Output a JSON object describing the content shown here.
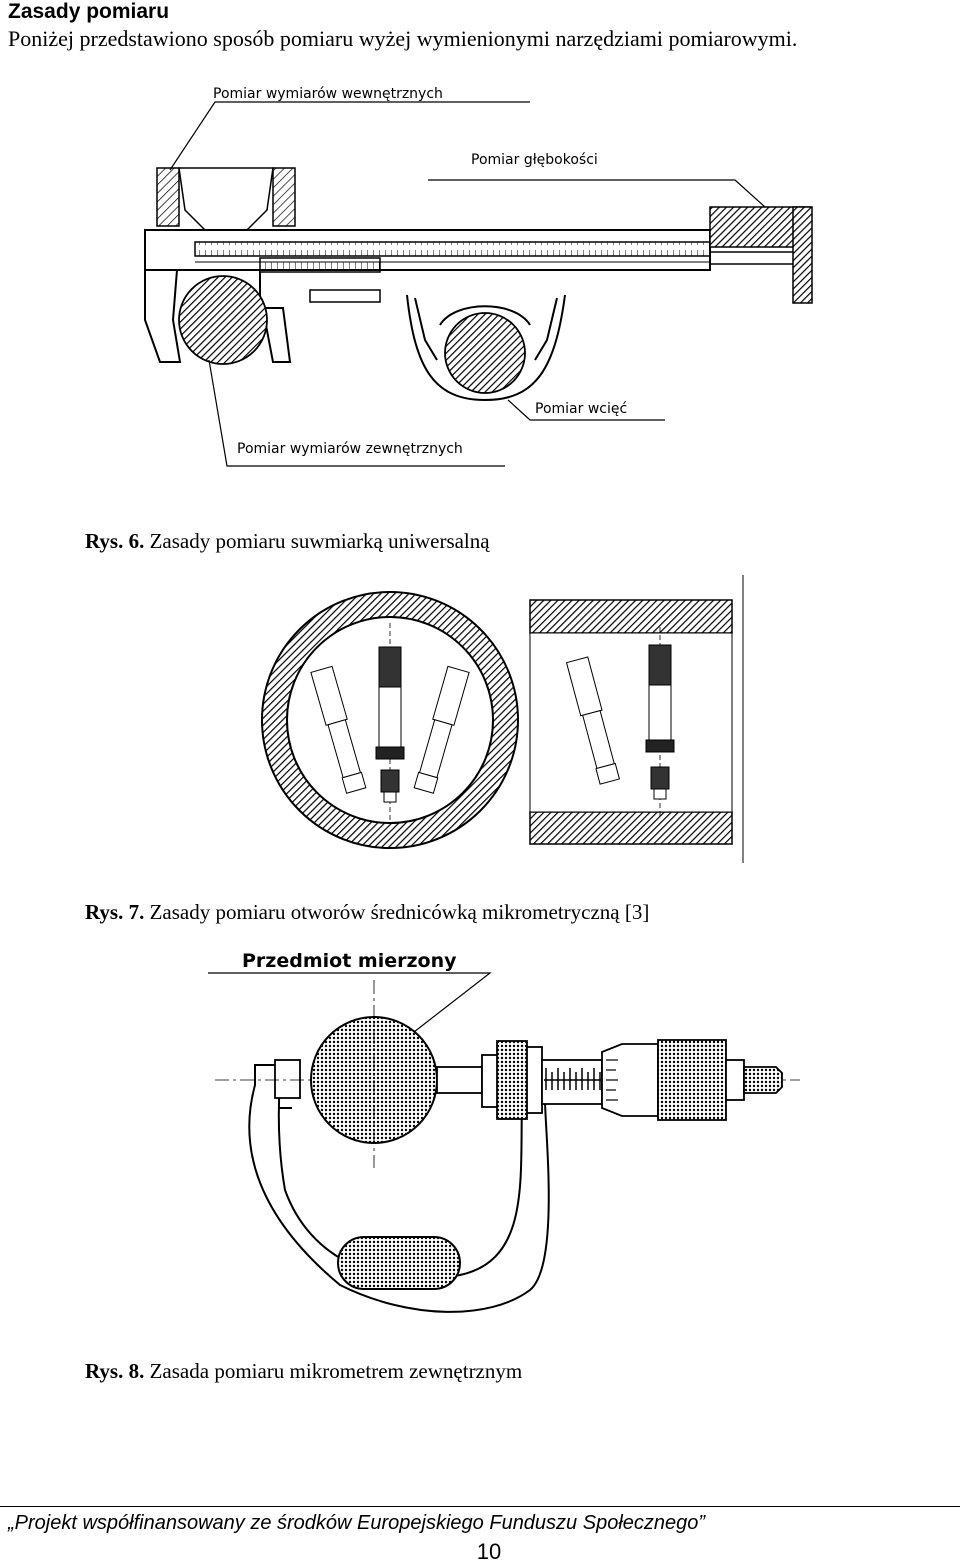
{
  "section": {
    "heading": "Zasady pomiaru",
    "intro": "Poniżej przedstawiono sposób pomiaru wyżej wymienionymi narzędziami pomiarowymi."
  },
  "figures": [
    {
      "label": "Rys. 6.",
      "caption": "Zasady pomiaru suwmiarką uniwersalną",
      "callouts": {
        "internal": "Pomiar wymiarów wewnętrznych",
        "depth": "Pomiar głębokości",
        "grooves": "Pomiar wcięć",
        "external": "Pomiar wymiarów zewnętrznych"
      }
    },
    {
      "label": "Rys. 7.",
      "caption": "Zasady pomiaru otworów średnicówką mikrometryczną [3]"
    },
    {
      "label": "Rys. 8.",
      "caption": "Zasada pomiaru mikrometrem zewnętrznym",
      "callouts": {
        "object": "Przedmiot mierzony"
      }
    }
  ],
  "footer": {
    "text": "„Projekt współfinansowany ze środków Europejskiego Funduszu Społecznego”",
    "page_number": "10"
  }
}
